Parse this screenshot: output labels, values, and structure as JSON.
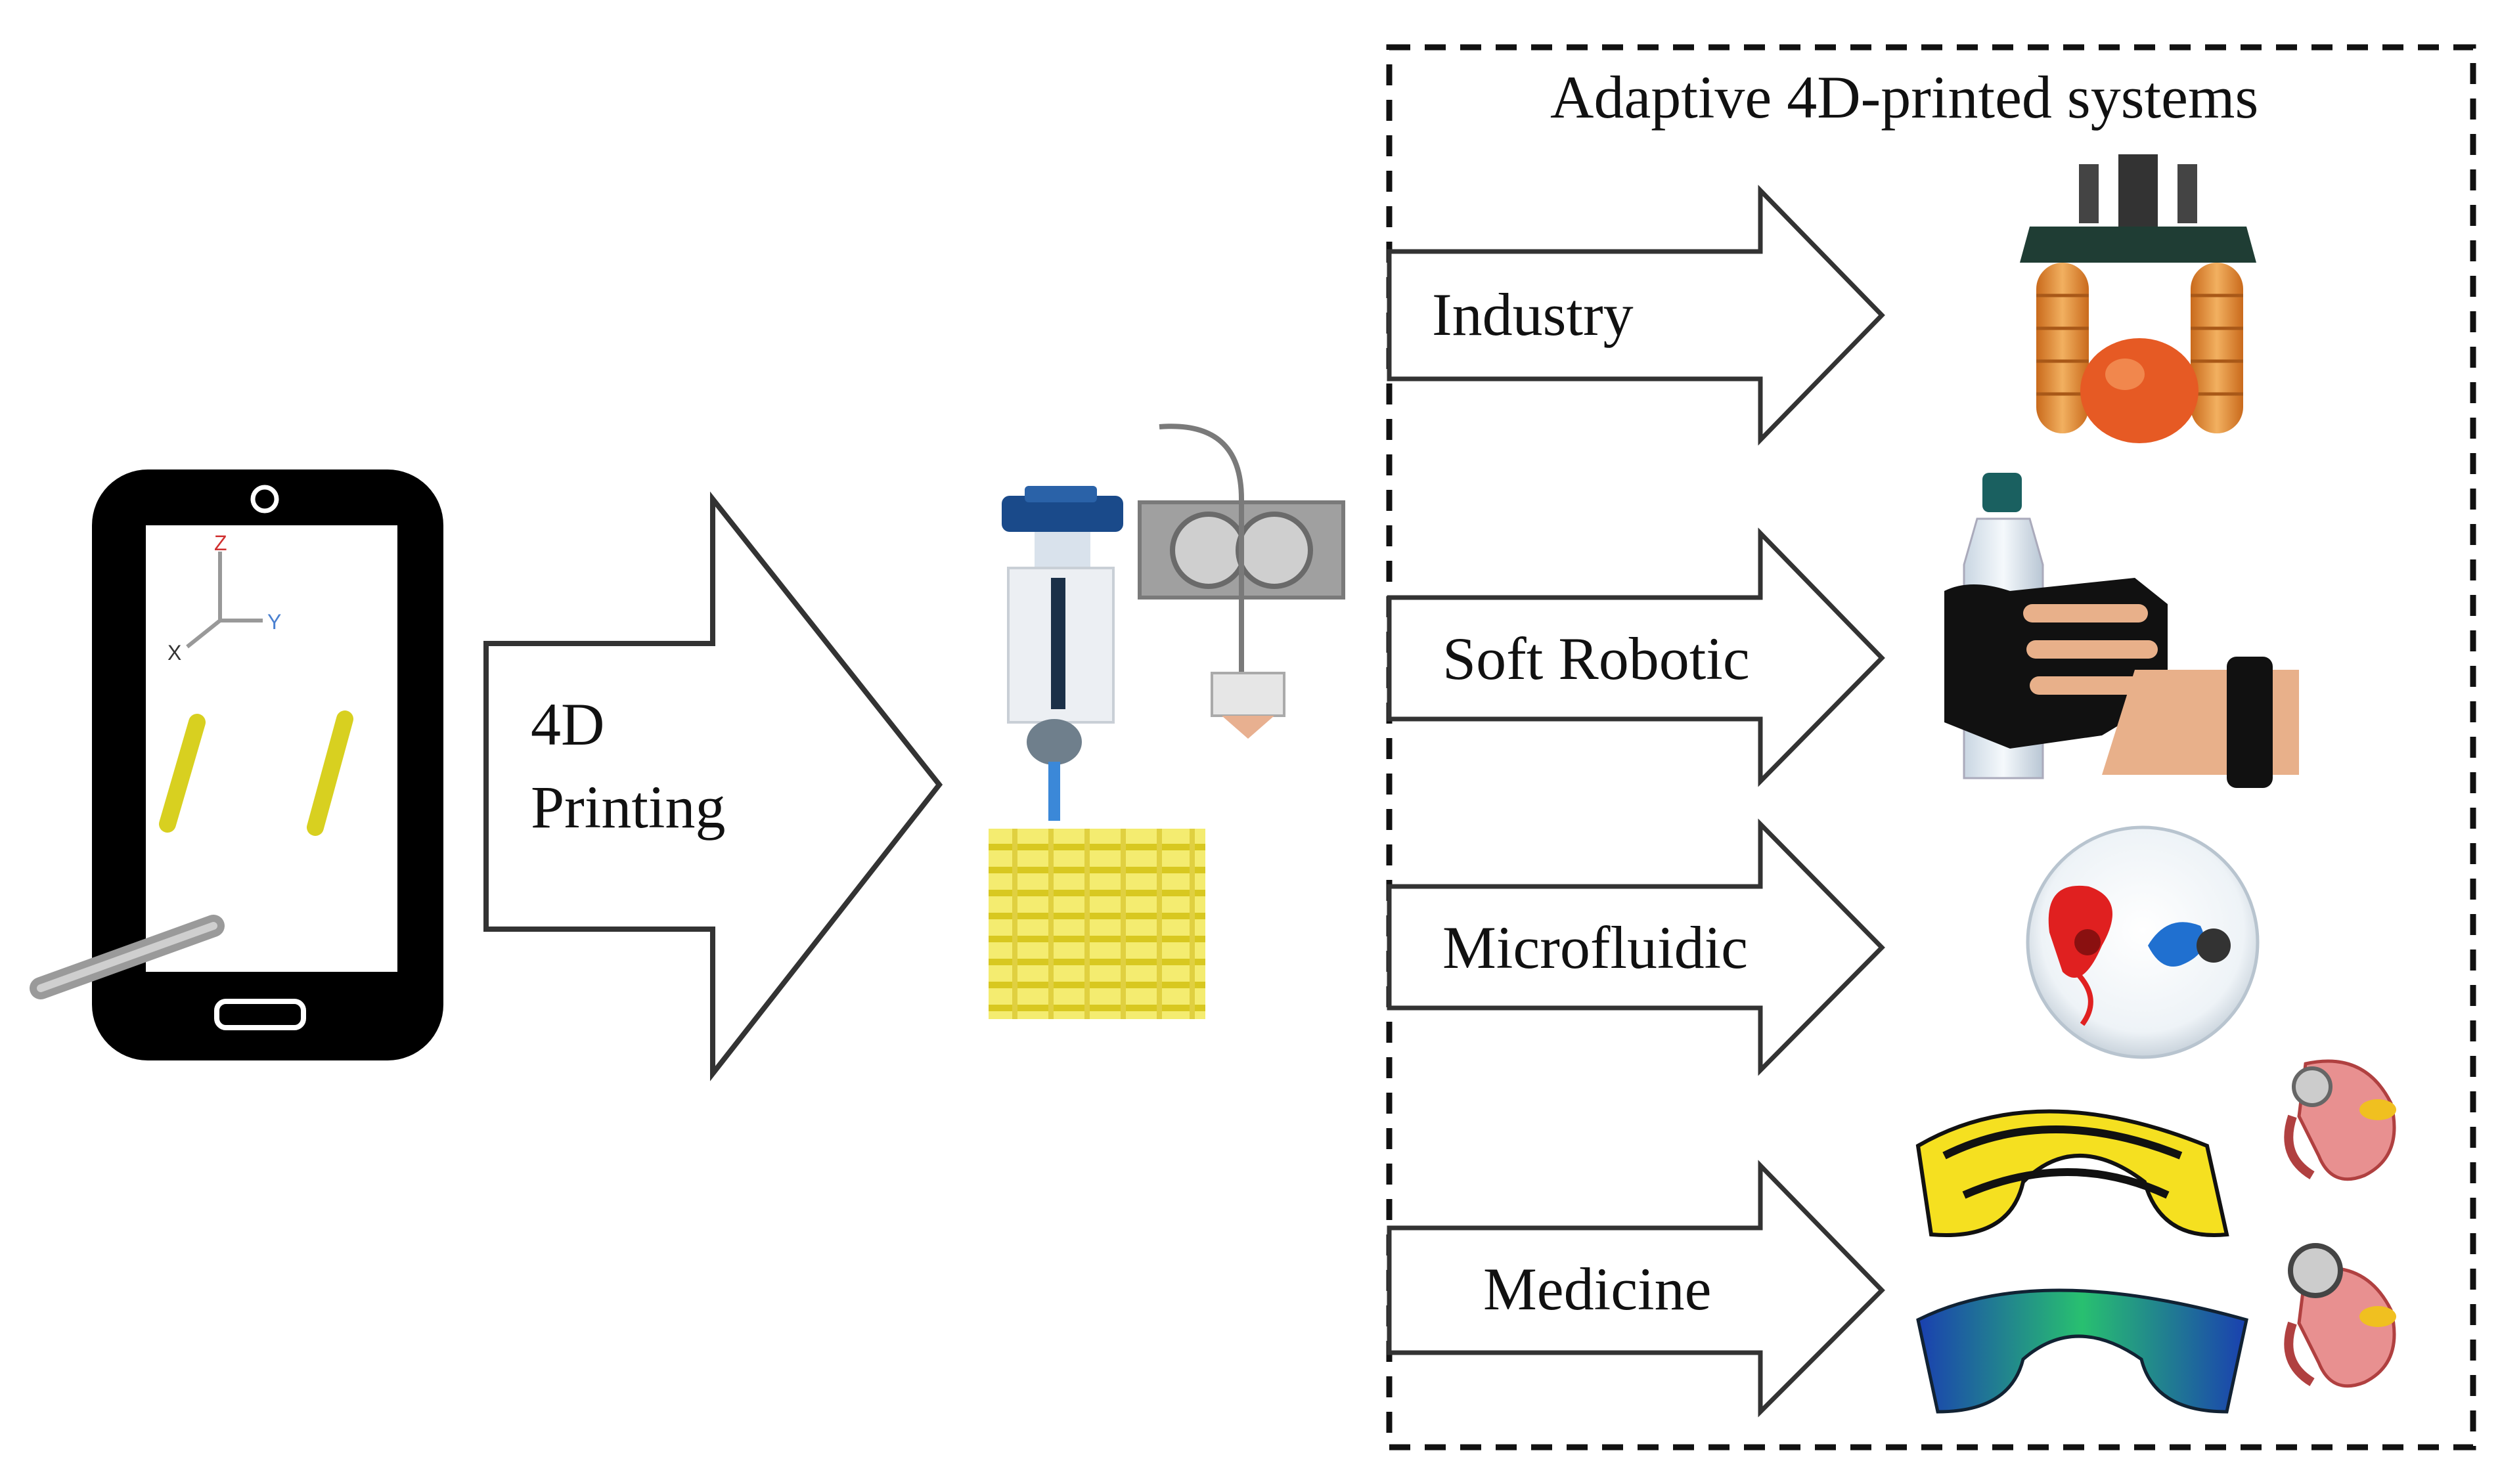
{
  "diagram": {
    "main_arrow_label_line1": "4D",
    "main_arrow_label_line2": "Printing",
    "box_title": "Adaptive 4D-printed systems",
    "applications": [
      {
        "label": "Industry",
        "icon": "soft-gripper-apple-icon"
      },
      {
        "label": "Soft Robotic",
        "icon": "robotic-glove-bottle-icon"
      },
      {
        "label": "Microfluidic",
        "icon": "microfluidic-dish-icon"
      },
      {
        "label": "Medicine",
        "icon": "stent-and-stomach-icon"
      }
    ],
    "phone_icon": "smartphone-cad-icon",
    "printer_icon": "4d-printer-icon",
    "phone_axes": {
      "z": "Z",
      "y": "Y",
      "x": "X"
    }
  },
  "colors": {
    "outline": "#333333",
    "phone_body": "#000000",
    "rod_yellow": "#d8d020",
    "print_yellow": "#f0e040",
    "syringe_blue": "#1a4a8a",
    "gripper_orange": "#e89030",
    "gripper_dark_green": "#1f3d34",
    "glove_black": "#111111",
    "dye_red": "#e02020",
    "dye_blue": "#2070d0",
    "stent_yellow": "#f5e020",
    "stent_green": "#30c060",
    "stent_blue": "#1a50c0"
  }
}
